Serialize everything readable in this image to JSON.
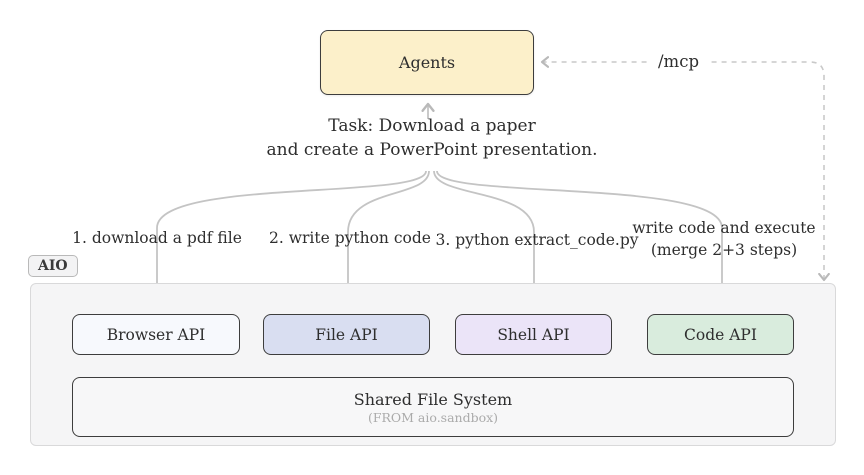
{
  "diagram": {
    "agents": {
      "label": "Agents",
      "fill": "#fcf0ca"
    },
    "mcp_label": "/mcp",
    "task": {
      "line1": "Task: Download a paper",
      "line2": "and create a PowerPoint presentation."
    },
    "branches": [
      {
        "label": "1. download a pdf file"
      },
      {
        "label": "2. write python code"
      },
      {
        "label": "3. python extract_code.py"
      },
      {
        "label": "write code and execute",
        "sublabel": "(merge 2+3 steps)"
      }
    ],
    "aio_tag": "AIO",
    "apis": [
      {
        "label": "Browser API",
        "fill": "#f7f9fd"
      },
      {
        "label": "File API",
        "fill": "#d9def1"
      },
      {
        "label": "Shell API",
        "fill": "#ebe4f8"
      },
      {
        "label": "Code API",
        "fill": "#d9ecdd"
      }
    ],
    "shared_file_system": {
      "title": "Shared File System",
      "subtitle": "(FROM aio.sandbox)"
    }
  },
  "palette": {
    "arrow": "#c4c4c4",
    "border_dark": "#3d3d3d",
    "container_fill": "#f5f5f6",
    "agents_fill": "#fcf0ca"
  }
}
